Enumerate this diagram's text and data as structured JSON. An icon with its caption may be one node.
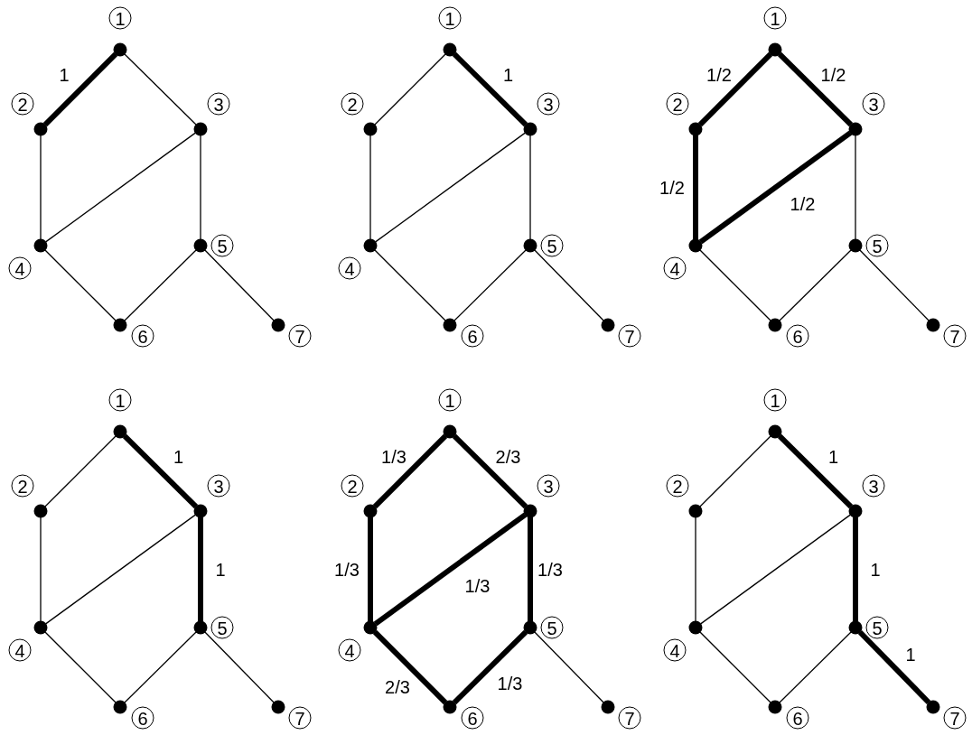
{
  "diagram": {
    "nodes": [
      {
        "text": [],
        "shape": "circle",
        "beside": [
          "1"
        ]
      },
      {
        "text": [],
        "shape": "circle",
        "beside": [
          "2"
        ]
      },
      {
        "text": [],
        "shape": "circle",
        "beside": [
          "3"
        ]
      },
      {
        "text": [],
        "shape": "circle",
        "beside": [
          "4"
        ]
      },
      {
        "text": [],
        "shape": "circle",
        "beside": [
          "5"
        ]
      },
      {
        "text": [],
        "shape": "circle",
        "beside": [
          "6"
        ]
      },
      {
        "text": [],
        "shape": "circle",
        "beside": [
          "7"
        ]
      },
      {
        "text": [],
        "shape": "circle",
        "beside": [
          "1"
        ]
      },
      {
        "text": [],
        "shape": "circle",
        "beside": [
          "2"
        ]
      },
      {
        "text": [],
        "shape": "circle",
        "beside": [
          "3"
        ]
      },
      {
        "text": [],
        "shape": "circle",
        "beside": [
          "4"
        ]
      },
      {
        "text": [],
        "shape": "circle",
        "beside": [
          "5"
        ]
      },
      {
        "text": [],
        "shape": "circle",
        "beside": [
          "6"
        ]
      },
      {
        "text": [],
        "shape": "circle",
        "beside": [
          "7"
        ]
      },
      {
        "text": [],
        "shape": "circle",
        "beside": [
          "1"
        ]
      },
      {
        "text": [],
        "shape": "circle",
        "beside": [
          "2"
        ]
      },
      {
        "text": [],
        "shape": "circle",
        "beside": [
          "3"
        ]
      },
      {
        "text": [],
        "shape": "circle",
        "beside": [
          "4"
        ]
      },
      {
        "text": [],
        "shape": "circle",
        "beside": [
          "5"
        ]
      },
      {
        "text": [],
        "shape": "circle",
        "beside": [
          "6"
        ]
      },
      {
        "text": [],
        "shape": "circle",
        "beside": [
          "7"
        ]
      },
      {
        "text": [],
        "shape": "circle",
        "beside": [
          "1"
        ]
      },
      {
        "text": [],
        "shape": "circle",
        "beside": [
          "2"
        ]
      },
      {
        "text": [],
        "shape": "circle",
        "beside": [
          "3"
        ]
      },
      {
        "text": [],
        "shape": "circle",
        "beside": [
          "4"
        ]
      },
      {
        "text": [],
        "shape": "circle",
        "beside": [
          "5"
        ]
      },
      {
        "text": [],
        "shape": "circle",
        "beside": [
          "6"
        ]
      },
      {
        "text": [],
        "shape": "circle",
        "beside": [
          "7"
        ]
      },
      {
        "text": [],
        "shape": "circle",
        "beside": [
          "1"
        ]
      },
      {
        "text": [],
        "shape": "circle",
        "beside": [
          "2"
        ]
      },
      {
        "text": [],
        "shape": "circle",
        "beside": [
          "3"
        ]
      },
      {
        "text": [],
        "shape": "circle",
        "beside": [
          "4"
        ]
      },
      {
        "text": [],
        "shape": "circle",
        "beside": [
          "5"
        ]
      },
      {
        "text": [],
        "shape": "circle",
        "beside": [
          "6"
        ]
      },
      {
        "text": [],
        "shape": "circle",
        "beside": [
          "7"
        ]
      },
      {
        "text": [],
        "shape": "circle",
        "beside": [
          "1"
        ]
      },
      {
        "text": [],
        "shape": "circle",
        "beside": [
          "2"
        ]
      },
      {
        "text": [],
        "shape": "circle",
        "beside": [
          "3"
        ]
      },
      {
        "text": [],
        "shape": "circle",
        "beside": [
          "4"
        ]
      },
      {
        "text": [],
        "shape": "circle",
        "beside": [
          "5"
        ]
      },
      {
        "text": [],
        "shape": "circle",
        "beside": [
          "6"
        ]
      },
      {
        "text": [],
        "shape": "circle",
        "beside": [
          "7"
        ]
      }
    ],
    "edges": [
      {
        "from": 0,
        "to": 1,
        "arrow": "none",
        "label": "1",
        "style": "thick"
      },
      {
        "from": 0,
        "to": 2,
        "arrow": "none"
      },
      {
        "from": 1,
        "to": 3,
        "arrow": "none"
      },
      {
        "from": 2,
        "to": 3,
        "arrow": "none"
      },
      {
        "from": 2,
        "to": 4,
        "arrow": "none"
      },
      {
        "from": 3,
        "to": 5,
        "arrow": "none"
      },
      {
        "from": 4,
        "to": 5,
        "arrow": "none"
      },
      {
        "from": 4,
        "to": 6,
        "arrow": "none"
      },
      {
        "from": 7,
        "to": 8,
        "arrow": "none"
      },
      {
        "from": 7,
        "to": 9,
        "arrow": "none",
        "label": "1",
        "style": "thick"
      },
      {
        "from": 8,
        "to": 10,
        "arrow": "none"
      },
      {
        "from": 9,
        "to": 10,
        "arrow": "none"
      },
      {
        "from": 9,
        "to": 11,
        "arrow": "none"
      },
      {
        "from": 10,
        "to": 12,
        "arrow": "none"
      },
      {
        "from": 11,
        "to": 12,
        "arrow": "none"
      },
      {
        "from": 11,
        "to": 13,
        "arrow": "none"
      },
      {
        "from": 14,
        "to": 15,
        "arrow": "none",
        "label": "1/2",
        "style": "thick"
      },
      {
        "from": 14,
        "to": 16,
        "arrow": "none",
        "label": "1/2",
        "style": "thick"
      },
      {
        "from": 15,
        "to": 17,
        "arrow": "none",
        "label": "1/2",
        "style": "thick"
      },
      {
        "from": 16,
        "to": 17,
        "arrow": "none",
        "label": "1/2",
        "style": "thick"
      },
      {
        "from": 16,
        "to": 18,
        "arrow": "none"
      },
      {
        "from": 17,
        "to": 19,
        "arrow": "none"
      },
      {
        "from": 18,
        "to": 19,
        "arrow": "none"
      },
      {
        "from": 18,
        "to": 20,
        "arrow": "none"
      },
      {
        "from": 21,
        "to": 22,
        "arrow": "none"
      },
      {
        "from": 21,
        "to": 23,
        "arrow": "none",
        "label": "1",
        "style": "thick"
      },
      {
        "from": 22,
        "to": 24,
        "arrow": "none"
      },
      {
        "from": 23,
        "to": 24,
        "arrow": "none"
      },
      {
        "from": 23,
        "to": 25,
        "arrow": "none",
        "label": "1",
        "style": "thick"
      },
      {
        "from": 24,
        "to": 26,
        "arrow": "none"
      },
      {
        "from": 25,
        "to": 26,
        "arrow": "none"
      },
      {
        "from": 25,
        "to": 27,
        "arrow": "none"
      },
      {
        "from": 28,
        "to": 29,
        "arrow": "none",
        "label": "1/3",
        "style": "thick"
      },
      {
        "from": 28,
        "to": 30,
        "arrow": "none",
        "label": "2/3",
        "style": "thick"
      },
      {
        "from": 29,
        "to": 31,
        "arrow": "none",
        "label": "1/3",
        "style": "thick"
      },
      {
        "from": 30,
        "to": 31,
        "arrow": "none",
        "label": "1/3",
        "style": "thick"
      },
      {
        "from": 30,
        "to": 32,
        "arrow": "none",
        "label": "1/3",
        "style": "thick"
      },
      {
        "from": 31,
        "to": 33,
        "arrow": "none",
        "label": "2/3",
        "style": "thick"
      },
      {
        "from": 32,
        "to": 33,
        "arrow": "none",
        "label": "1/3",
        "style": "thick"
      },
      {
        "from": 32,
        "to": 34,
        "arrow": "none"
      },
      {
        "from": 35,
        "to": 36,
        "arrow": "none"
      },
      {
        "from": 35,
        "to": 37,
        "arrow": "none",
        "label": "1",
        "style": "thick"
      },
      {
        "from": 36,
        "to": 38,
        "arrow": "none"
      },
      {
        "from": 37,
        "to": 38,
        "arrow": "none"
      },
      {
        "from": 37,
        "to": 39,
        "arrow": "none",
        "label": "1",
        "style": "thick"
      },
      {
        "from": 38,
        "to": 40,
        "arrow": "none"
      },
      {
        "from": 39,
        "to": 40,
        "arrow": "none"
      },
      {
        "from": 39,
        "to": 41,
        "arrow": "none",
        "label": "1",
        "style": "thick"
      }
    ]
  }
}
